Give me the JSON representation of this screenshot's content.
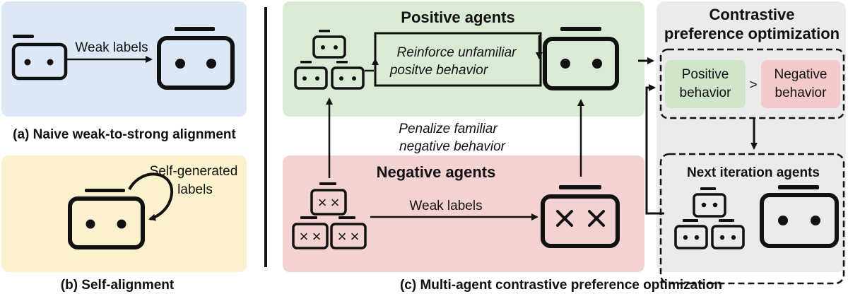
{
  "colors": {
    "blue_panel": "#dde8f7",
    "yellow_panel": "#fcf1cd",
    "green_panel": "#d9ebd5",
    "red_panel": "#f5d2d2",
    "gray_panel": "#ebebeb",
    "positive_box": "#cfe5ca",
    "negative_box": "#f3c9c9",
    "stroke": "#111111"
  },
  "panel_a": {
    "arrow_label": "Weak labels",
    "caption": "(a) Naive weak-to-strong alignment"
  },
  "panel_b": {
    "arrow_label_line1": "Self-generated",
    "arrow_label_line2": "labels",
    "caption": "(b) Self-alignment"
  },
  "panel_c": {
    "caption": "(c) Multi-agent contrastive preference optimization",
    "positive_title": "Positive agents",
    "negative_title": "Negative agents",
    "reinforce_line1": "Reinforce unfamiliar",
    "reinforce_line2": "positve behavior",
    "penalize_line1": "Penalize familiar",
    "penalize_line2": "negative behavior",
    "weak_labels": "Weak labels",
    "cpo_title_line1": "Contrastive",
    "cpo_title_line2": "preference optimization",
    "positive_behavior_line1": "Positive",
    "positive_behavior_line2": "behavior",
    "greater_than": ">",
    "negative_behavior_line1": "Negative",
    "negative_behavior_line2": "behavior",
    "next_iteration": "Next iteration agents",
    "x_mark": "×"
  }
}
